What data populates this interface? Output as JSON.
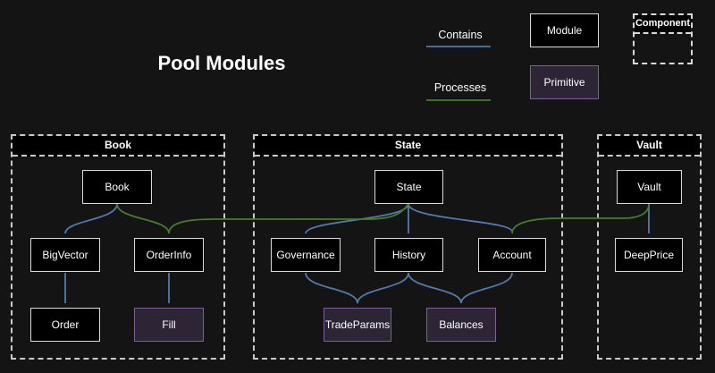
{
  "title": "Pool Modules",
  "colors": {
    "background": "#141414",
    "contains": "#527aab",
    "processes": "#447d2b",
    "module_fill": "#000000",
    "module_border": "#d9d9d9",
    "primitive_fill": "#2d2436",
    "primitive_border": "#7b6292",
    "container_border": "#c9c9c9",
    "text": "#ffffff"
  },
  "legend": {
    "contains_label": "Contains",
    "processes_label": "Processes",
    "module_label": "Module",
    "primitive_label": "Primitive",
    "component_label": "Component"
  },
  "containers": {
    "book": {
      "title": "Book"
    },
    "state": {
      "title": "State"
    },
    "vault": {
      "title": "Vault"
    }
  },
  "nodes": {
    "book": "Book",
    "bigvector": "BigVector",
    "orderinfo": "OrderInfo",
    "order": "Order",
    "fill": "Fill",
    "state": "State",
    "governance": "Governance",
    "history": "History",
    "account": "Account",
    "tradeparams": "TradeParams",
    "balances": "Balances",
    "vault": "Vault",
    "deepprice": "DeepPrice"
  },
  "edges": [
    {
      "from": "Book",
      "to": "BigVector",
      "type": "contains"
    },
    {
      "from": "Book",
      "to": "OrderInfo",
      "type": "processes"
    },
    {
      "from": "BigVector",
      "to": "Order",
      "type": "contains"
    },
    {
      "from": "OrderInfo",
      "to": "Fill",
      "type": "contains"
    },
    {
      "from": "State",
      "to": "Governance",
      "type": "contains"
    },
    {
      "from": "State",
      "to": "History",
      "type": "contains"
    },
    {
      "from": "State",
      "to": "Account",
      "type": "contains"
    },
    {
      "from": "State",
      "to": "OrderInfo",
      "type": "processes"
    },
    {
      "from": "Governance",
      "to": "TradeParams",
      "type": "contains"
    },
    {
      "from": "History",
      "to": "TradeParams",
      "type": "contains"
    },
    {
      "from": "History",
      "to": "Balances",
      "type": "contains"
    },
    {
      "from": "Account",
      "to": "Balances",
      "type": "contains"
    },
    {
      "from": "Vault",
      "to": "DeepPrice",
      "type": "contains"
    },
    {
      "from": "Vault",
      "to": "Account",
      "type": "processes"
    }
  ]
}
